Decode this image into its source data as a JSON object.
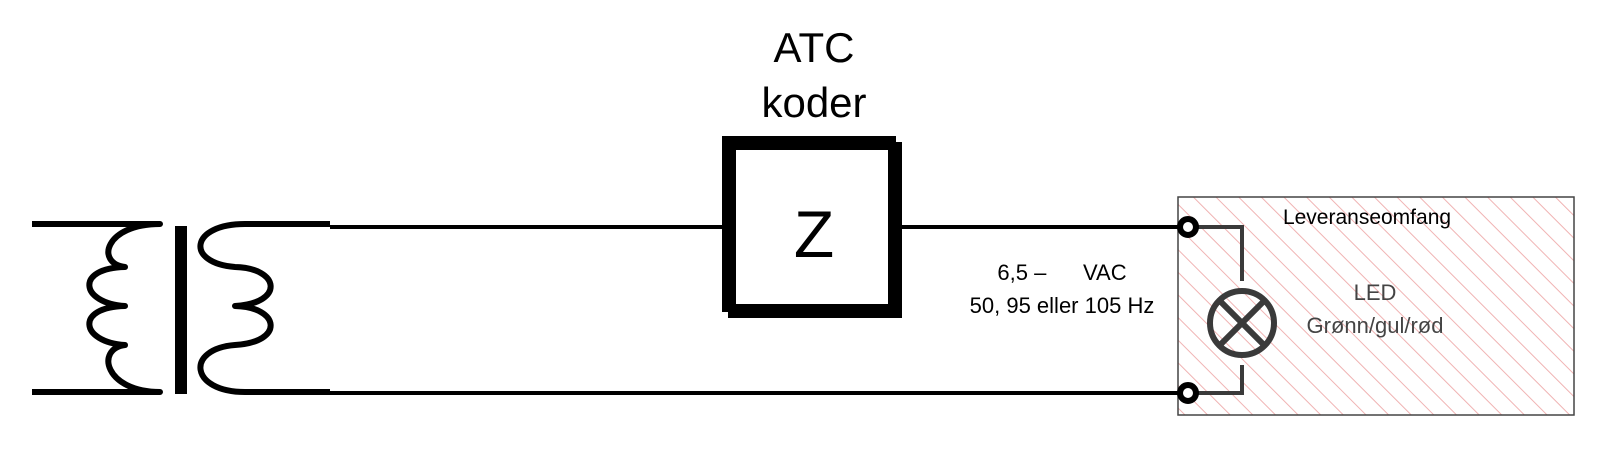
{
  "encoder": {
    "title_line1": "ATC",
    "title_line2": "koder",
    "symbol": "Z"
  },
  "supply": {
    "voltage_line1": "6,5 –      VAC",
    "voltage_line2": "50, 95 eller 105 Hz"
  },
  "delivery_scope": {
    "label": "Leveranseomfang",
    "hatch_color": "#f0b3b3"
  },
  "lamp": {
    "label_line1": "LED",
    "label_line2": "Grønn/gul/rød"
  },
  "colors": {
    "line": "#000000",
    "lamp_stroke": "#3a3a3a",
    "lamp_text": "#444444"
  }
}
